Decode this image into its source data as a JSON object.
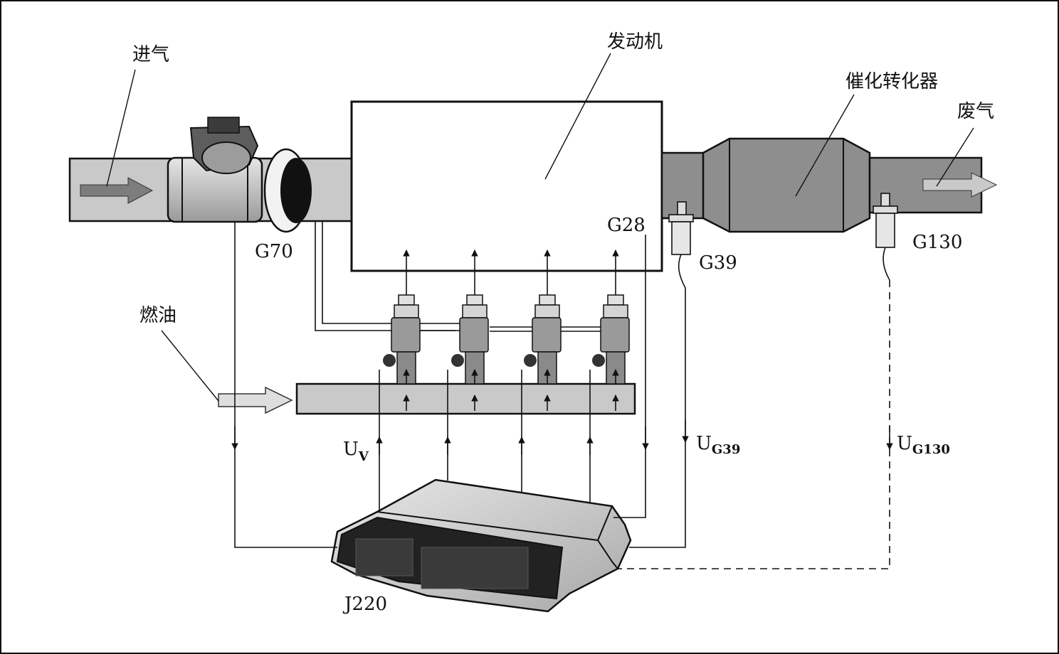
{
  "labels": {
    "intake": "进气",
    "engine": "发动机",
    "catalyst": "催化转化器",
    "exhaust": "废气",
    "fuel": "燃油",
    "maf_sensor": "G70",
    "temp_sensor": "G28",
    "o2_front": "G39",
    "o2_rear": "G130",
    "ecu": "J220",
    "u_v_main": "U",
    "u_v_sub": "V",
    "u_g39_main": "U",
    "u_g39_sub": "G39",
    "u_g130_main": "U",
    "u_g130_sub": "G130"
  },
  "colors": {
    "pipe": "#c9c9c9",
    "pipe_dark": "#8e8e8e",
    "line": "#111111"
  }
}
